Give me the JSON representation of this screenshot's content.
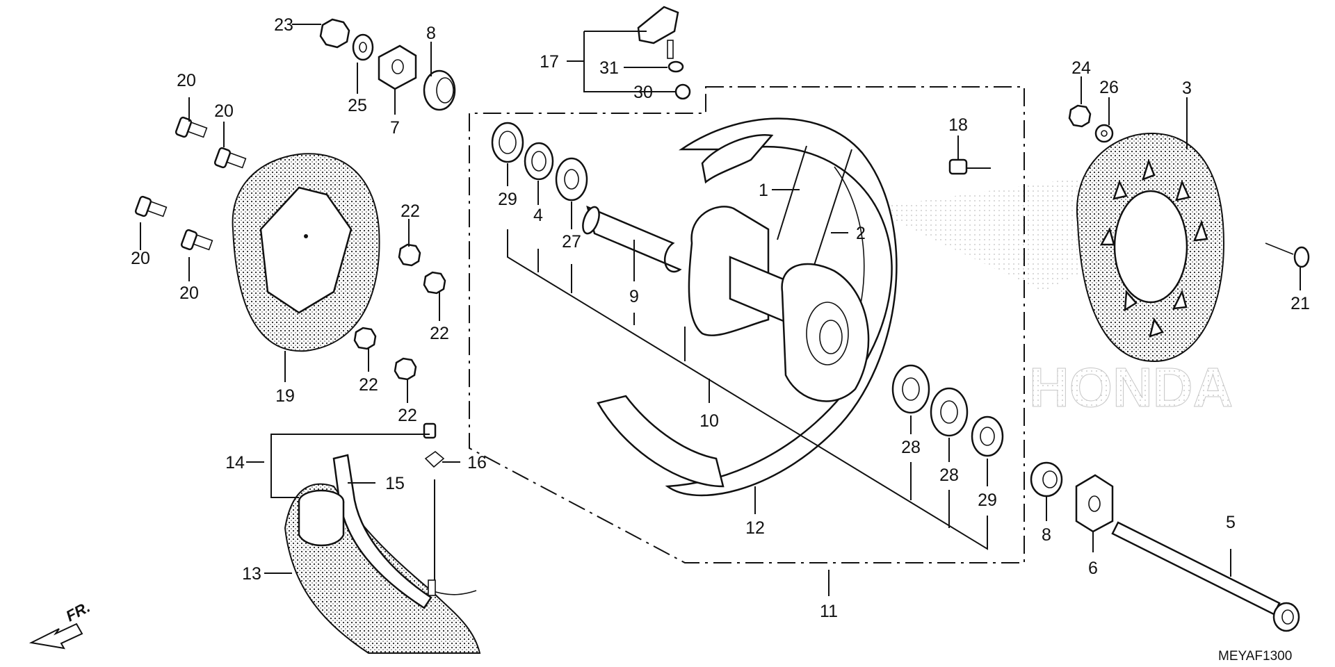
{
  "diagram": {
    "code": "MEYAF1300",
    "front_marker": "FR.",
    "watermark": "HONDA"
  },
  "callouts": [
    {
      "id": "c1",
      "text": "1"
    },
    {
      "id": "c2",
      "text": "2"
    },
    {
      "id": "c3",
      "text": "3"
    },
    {
      "id": "c4",
      "text": "4"
    },
    {
      "id": "c5",
      "text": "5"
    },
    {
      "id": "c6",
      "text": "6"
    },
    {
      "id": "c7",
      "text": "7"
    },
    {
      "id": "c8a",
      "text": "8"
    },
    {
      "id": "c8b",
      "text": "8"
    },
    {
      "id": "c9",
      "text": "9"
    },
    {
      "id": "c10",
      "text": "10"
    },
    {
      "id": "c11",
      "text": "11"
    },
    {
      "id": "c12",
      "text": "12"
    },
    {
      "id": "c13",
      "text": "13"
    },
    {
      "id": "c14",
      "text": "14"
    },
    {
      "id": "c15",
      "text": "15"
    },
    {
      "id": "c16",
      "text": "16"
    },
    {
      "id": "c17",
      "text": "17"
    },
    {
      "id": "c18",
      "text": "18"
    },
    {
      "id": "c19",
      "text": "19"
    },
    {
      "id": "c20a",
      "text": "20"
    },
    {
      "id": "c20b",
      "text": "20"
    },
    {
      "id": "c20c",
      "text": "20"
    },
    {
      "id": "c20d",
      "text": "20"
    },
    {
      "id": "c21",
      "text": "21"
    },
    {
      "id": "c22a",
      "text": "22"
    },
    {
      "id": "c22b",
      "text": "22"
    },
    {
      "id": "c22c",
      "text": "22"
    },
    {
      "id": "c22d",
      "text": "22"
    },
    {
      "id": "c23",
      "text": "23"
    },
    {
      "id": "c24",
      "text": "24"
    },
    {
      "id": "c25",
      "text": "25"
    },
    {
      "id": "c26",
      "text": "26"
    },
    {
      "id": "c27",
      "text": "27"
    },
    {
      "id": "c28a",
      "text": "28"
    },
    {
      "id": "c28b",
      "text": "28"
    },
    {
      "id": "c29a",
      "text": "29"
    },
    {
      "id": "c29b",
      "text": "29"
    },
    {
      "id": "c30",
      "text": "30"
    },
    {
      "id": "c31",
      "text": "31"
    }
  ]
}
